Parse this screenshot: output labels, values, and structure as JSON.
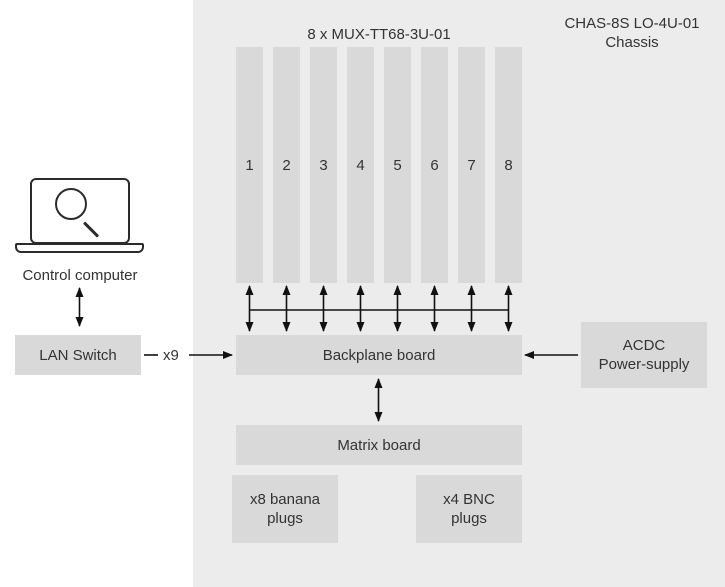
{
  "chassis": {
    "label_line1": "CHAS-8S LO-4U-01",
    "label_line2": "Chassis"
  },
  "mux": {
    "title": "8 x MUX-TT68-3U-01",
    "slots": [
      "1",
      "2",
      "3",
      "4",
      "5",
      "6",
      "7",
      "8"
    ]
  },
  "control_computer": {
    "label": "Control computer"
  },
  "lan_switch": {
    "label": "LAN Switch",
    "link_label": "x9"
  },
  "backplane": {
    "label": "Backplane board"
  },
  "power_supply": {
    "label_line1": "ACDC",
    "label_line2": "Power-supply"
  },
  "matrix": {
    "label": "Matrix board"
  },
  "banana": {
    "label_line1": "x8 banana",
    "label_line2": "plugs"
  },
  "bnc": {
    "label_line1": "x4 BNC",
    "label_line2": "plugs"
  },
  "colors": {
    "chassis_bg": "#ececec",
    "box_bg": "#d9d9d9",
    "line": "#111111"
  },
  "icons": {
    "computer": "laptop-search-icon"
  }
}
